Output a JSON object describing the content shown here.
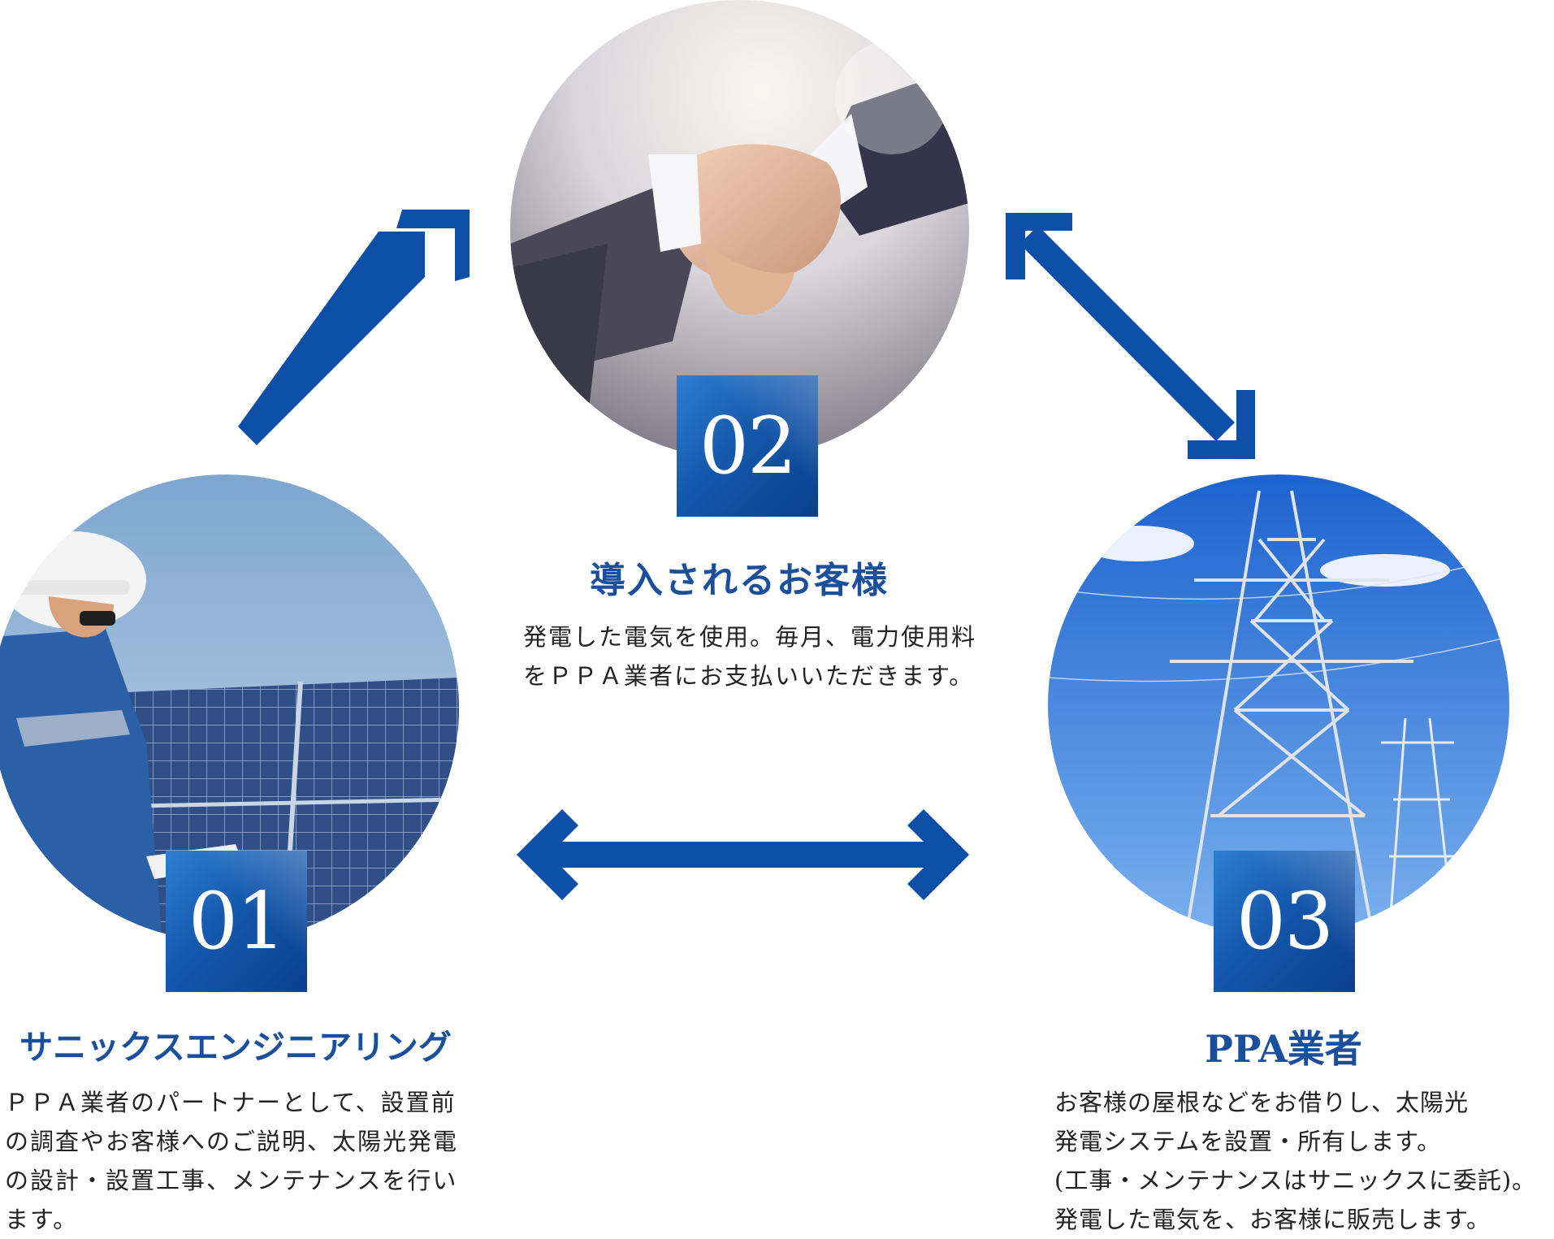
{
  "colors": {
    "arrow_blue": "#0d4ea6",
    "title_blue": "#1a4f9c",
    "badge_blue": "#1558ad"
  },
  "nodes": [
    {
      "number": "01",
      "title": "サニックスエンジニアリング",
      "description": "ＰＰＡ業者のパートナーとして、設置前\nの調査やお客様へのご説明、太陽光発電\nの設計・設置工事、メンテナンスを行い\nます。",
      "image": "solar-engineer-photo"
    },
    {
      "number": "02",
      "title": "導入されるお客様",
      "description": "発電した電気を使用。毎月、電力使用料\nをＰＰＡ業者にお支払いいただきます。",
      "image": "handshake-photo"
    },
    {
      "number": "03",
      "title": "PPA業者",
      "description": "お客様の屋根などをお借りし、太陽光\n発電システムを設置・所有します。\n(工事・メンテナンスはサニックスに委託)。\n発電した電気を、お客様に販売します。",
      "image": "power-tower-photo"
    }
  ],
  "arrows": [
    {
      "from": "01",
      "to": "02",
      "direction": "one-way"
    },
    {
      "from": "02",
      "to": "03",
      "direction": "two-way"
    },
    {
      "from": "01",
      "to": "03",
      "direction": "two-way"
    }
  ]
}
